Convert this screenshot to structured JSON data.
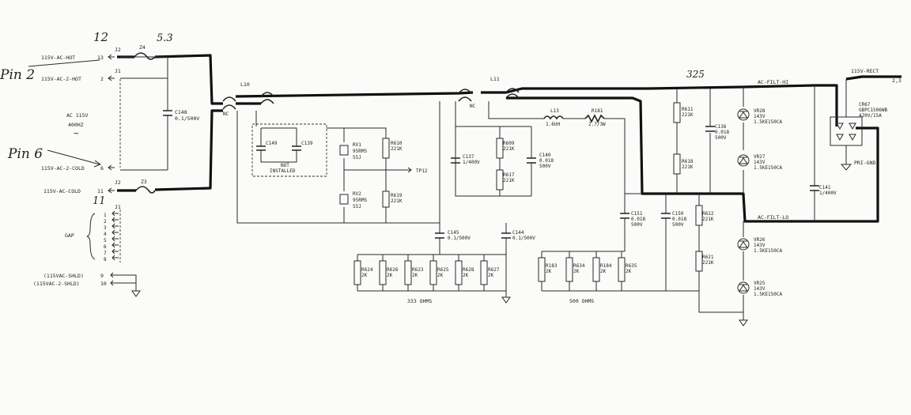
{
  "connectors": {
    "j2_top": "J2",
    "j1_top": "J1",
    "j2_bottom": "J2",
    "j1_bottom": "J1",
    "pin_13": "13",
    "pin_2": "2",
    "pin_6": "6",
    "pin_11": "11",
    "gap_pins": [
      "1",
      "2",
      "3",
      "4",
      "5",
      "6",
      "7",
      "8"
    ],
    "shld_pins": [
      "9",
      "10"
    ]
  },
  "nets": {
    "ac_hot": "115V-AC-HOT",
    "ac2_hot": "115V-AC-2-HOT",
    "ac2_cold": "115V-AC-2-COLD",
    "ac_cold": "115V-AC-COLD",
    "ac_filt_hi": "AC-FILT-HI",
    "ac_filt_lo": "AC-FILT-LO",
    "rect": "115V-RECT",
    "rect_pins": "2,3",
    "pri_gnd": "PRI-GND",
    "tp12": "TP12",
    "shld1": "(115VAC-SHLD)",
    "shld2": "(115VAC-2-SHLD)",
    "gap": "GAP",
    "ac_in_1": "AC 115V",
    "ac_in_2": "400HZ",
    "ac_sym": "~"
  },
  "components": {
    "z4": "Z4",
    "z3": "Z3",
    "l10": "L10",
    "l11": "L11",
    "nc1": "NC",
    "nc2": "NC",
    "c148": [
      "C148",
      "0.1/500V"
    ],
    "c149": "C149",
    "c139": "C139",
    "not_installed": [
      "NOT",
      "INSTALLED"
    ],
    "rv1": [
      "RV1",
      "95RMS",
      "55J"
    ],
    "rv2": [
      "RV2",
      "95RMS",
      "55J"
    ],
    "r610": [
      "R610",
      "221K"
    ],
    "r619": [
      "R619",
      "221K"
    ],
    "c137": [
      "C137",
      "1/400V"
    ],
    "r609": [
      "R609",
      "221K"
    ],
    "r617": [
      "R617",
      "221K"
    ],
    "c140": [
      "C140",
      "0.018",
      "500V"
    ],
    "l13": [
      "L13",
      "1.6UH"
    ],
    "r181": [
      "R181",
      "2.7/3W"
    ],
    "r611": [
      "R611",
      "221K"
    ],
    "r618": [
      "R618",
      "221K"
    ],
    "c136": [
      "C136",
      "0.018",
      "500V"
    ],
    "vr28": [
      "VR28",
      "143V",
      "1.5KE150CA"
    ],
    "vr27": [
      "VR27",
      "143V",
      "1.5KE150CA"
    ],
    "vr26": [
      "VR26",
      "143V",
      "1.5KE150CA"
    ],
    "vr25": [
      "VR25",
      "143V",
      "1.5KE150CA"
    ],
    "c141": [
      "C141",
      "1/400V"
    ],
    "cr67": [
      "CR67",
      "GBPC1506WB",
      "420V/15A"
    ],
    "c145": [
      "C145",
      "0.1/500V"
    ],
    "c144": [
      "C144",
      "0.1/500V"
    ],
    "r624a": [
      "R624",
      "2K"
    ],
    "r626": [
      "R626",
      "2K"
    ],
    "r623": [
      "R623",
      "2K"
    ],
    "r625": [
      "R625",
      "2K"
    ],
    "r628": [
      "R628",
      "2K"
    ],
    "r627": [
      "R627",
      "2K"
    ],
    "r183": [
      "R183",
      "2K"
    ],
    "r634": [
      "R634",
      "2K"
    ],
    "r184": [
      "R184",
      "2K"
    ],
    "r635": [
      "R635",
      "2K"
    ],
    "c151": [
      "C151",
      "0.018",
      "500V"
    ],
    "c150": [
      "C150",
      "0.018",
      "500V"
    ],
    "r622": [
      "R622",
      "221K"
    ],
    "r621": [
      "R621",
      "221K"
    ],
    "ohms_333": "333 OHMS",
    "ohms_500": "500 OHMS"
  },
  "annotations": {
    "n12": "12",
    "n53": "5.3",
    "pin2": "Pin 2",
    "pin6": "Pin 6",
    "n11": "11",
    "n325": "325"
  }
}
